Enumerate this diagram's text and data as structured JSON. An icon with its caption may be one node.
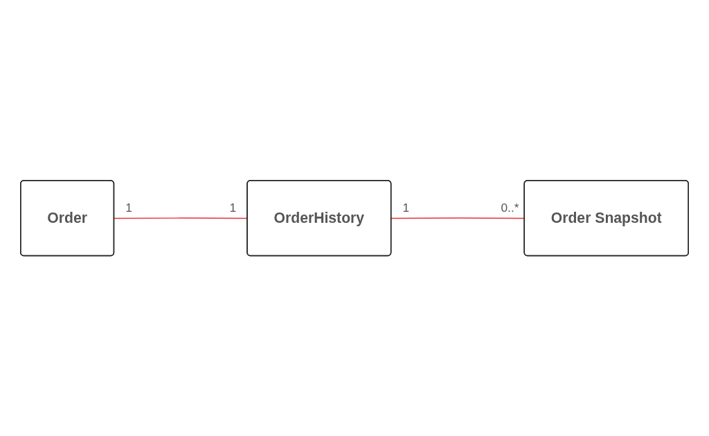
{
  "diagram": {
    "nodes": [
      {
        "text": [
          "Order"
        ]
      },
      {
        "text": [
          "OrderHistory"
        ]
      },
      {
        "text": [
          "Order Snapshot"
        ]
      }
    ],
    "edges": [
      {
        "from": 0,
        "to": 1,
        "arrow": "none"
      },
      {
        "from": 1,
        "to": 2,
        "arrow": "none"
      }
    ],
    "labels": [
      "1",
      "1",
      "1",
      "0..*"
    ]
  }
}
